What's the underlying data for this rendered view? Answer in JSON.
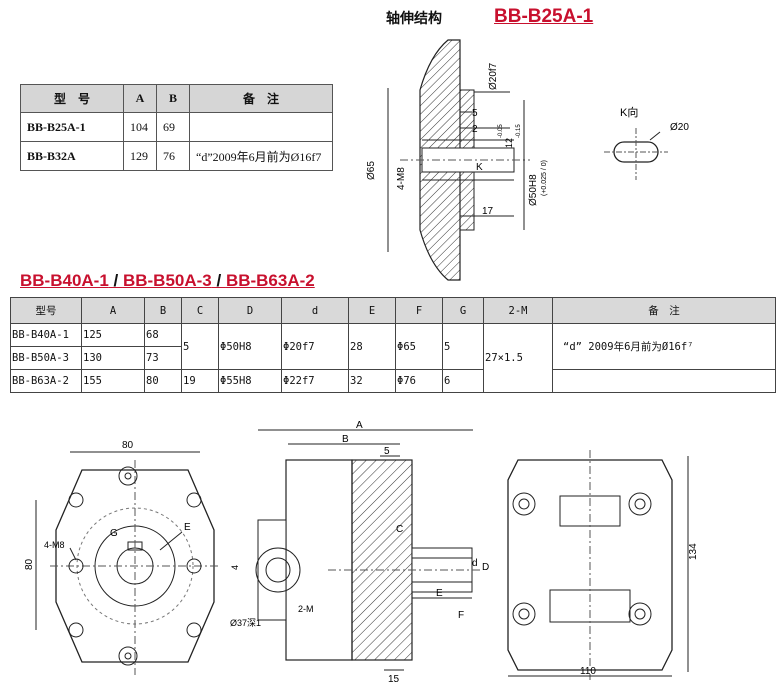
{
  "top": {
    "structure_label": "轴伸结构",
    "model_title": "BB-B25A-1"
  },
  "table1": {
    "headers": [
      "型　号",
      "A",
      "B",
      "备　注"
    ],
    "rows": [
      {
        "model": "BB-B25A-1",
        "a": "104",
        "b": "69",
        "note": ""
      },
      {
        "model": "BB-B32A",
        "a": "129",
        "b": "76",
        "note": "“d”2009年6月前为Ø16f7"
      }
    ]
  },
  "shaft_drawing": {
    "labels": {
      "d20f7": "Ø20f7",
      "dim5": "5",
      "dim2": "2",
      "k": "K",
      "tol12": "12",
      "tol12_up": "-0.05",
      "tol12_lo": "-0.15",
      "d50h8": "Ø50H8",
      "d50h8_tol": "(+0.025 / 0)",
      "dim17": "17",
      "m8": "4-M8",
      "d65": "Ø65"
    }
  },
  "kview": {
    "label": "K向",
    "d20": "Ø20"
  },
  "section2": {
    "title_parts": [
      "BB-B40A-1",
      " / ",
      "BB-B50A-3",
      " / ",
      "BB-B63A-2"
    ]
  },
  "table2": {
    "headers": [
      "型号",
      "A",
      "B",
      "C",
      "D",
      "d",
      "E",
      "F",
      "G",
      "2-M",
      "备　注"
    ],
    "rows": [
      {
        "model": "BB-B40A-1",
        "a": "125",
        "b": "68"
      },
      {
        "model": "BB-B50A-3",
        "a": "130",
        "b": "73"
      },
      {
        "model": "BB-B63A-2",
        "a": "155",
        "b": "80",
        "c": "19",
        "d": "Φ55H8",
        "dd": "Φ22f7",
        "e": "32",
        "f": "Φ76",
        "g": "6"
      }
    ],
    "merged": {
      "c": "5",
      "d": "Φ50H8",
      "dd": "Φ20f7",
      "e": "28",
      "f": "Φ65",
      "g": "5",
      "m": "27×1.5"
    },
    "note": "“d” 2009年6月前为Ø16f⁷"
  },
  "front_view": {
    "dim80_top": "80",
    "dim80_left": "80",
    "g": "G",
    "e": "E",
    "m8": "4-M8"
  },
  "side_view": {
    "a": "A",
    "b": "B",
    "dim5": "5",
    "c": "C",
    "d": "d",
    "dD": "D",
    "e": "E",
    "f": "F",
    "dim4": "4",
    "hole": "Ø37深1",
    "m2": "2-M",
    "dim15": "15"
  },
  "rear_view": {
    "dim134": "134",
    "dim110": "110"
  }
}
